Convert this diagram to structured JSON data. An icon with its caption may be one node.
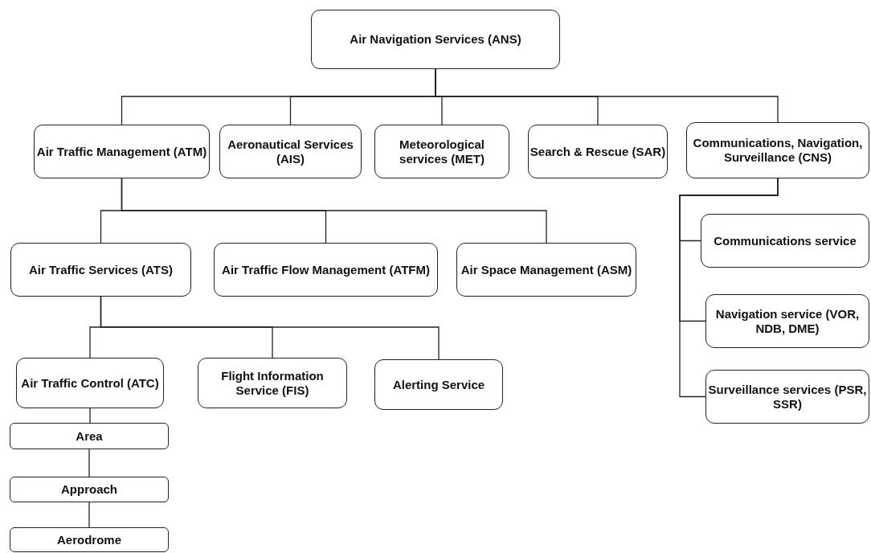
{
  "diagram": {
    "nodes": [
      {
        "text": [
          "Air Navigation Services (ANS)"
        ]
      },
      {
        "text": [
          "Air Traffic Management (ATM)"
        ]
      },
      {
        "text": [
          "Aeronautical Services (AIS)"
        ]
      },
      {
        "text": [
          "Meteorological services (MET)"
        ]
      },
      {
        "text": [
          "Search & Rescue (SAR)"
        ]
      },
      {
        "text": [
          "Communications, Navigation, Surveillance (CNS)"
        ]
      },
      {
        "text": [
          "Air Traffic Services (ATS)"
        ]
      },
      {
        "text": [
          "Air Traffic Flow Management (ATFM)"
        ]
      },
      {
        "text": [
          "Air Space Management (ASM)"
        ]
      },
      {
        "text": [
          "Air Traffic Control (ATC)"
        ]
      },
      {
        "text": [
          "Flight Information Service (FIS)"
        ]
      },
      {
        "text": [
          "Alerting Service"
        ]
      },
      {
        "text": [
          "Area"
        ]
      },
      {
        "text": [
          "Approach"
        ]
      },
      {
        "text": [
          "Aerodrome"
        ]
      },
      {
        "text": [
          "Communications service"
        ]
      },
      {
        "text": [
          "Navigation service (VOR, NDB, DME)"
        ]
      },
      {
        "text": [
          "Surveillance services (PSR, SSR)"
        ]
      }
    ],
    "edges": [
      {
        "from": 0,
        "to": 1,
        "arrow": "none"
      },
      {
        "from": 0,
        "to": 2,
        "arrow": "none"
      },
      {
        "from": 0,
        "to": 3,
        "arrow": "none"
      },
      {
        "from": 0,
        "to": 4,
        "arrow": "none"
      },
      {
        "from": 0,
        "to": 5,
        "arrow": "none"
      },
      {
        "from": 1,
        "to": 6,
        "arrow": "none"
      },
      {
        "from": 1,
        "to": 7,
        "arrow": "none"
      },
      {
        "from": 1,
        "to": 8,
        "arrow": "none"
      },
      {
        "from": 6,
        "to": 9,
        "arrow": "none"
      },
      {
        "from": 6,
        "to": 10,
        "arrow": "none"
      },
      {
        "from": 6,
        "to": 11,
        "arrow": "none"
      },
      {
        "from": 9,
        "to": 12,
        "arrow": "none"
      },
      {
        "from": 12,
        "to": 13,
        "arrow": "none"
      },
      {
        "from": 13,
        "to": 14,
        "arrow": "none"
      },
      {
        "from": 5,
        "to": 15,
        "arrow": "none"
      },
      {
        "from": 5,
        "to": 16,
        "arrow": "none"
      },
      {
        "from": 5,
        "to": 17,
        "arrow": "none"
      }
    ]
  }
}
